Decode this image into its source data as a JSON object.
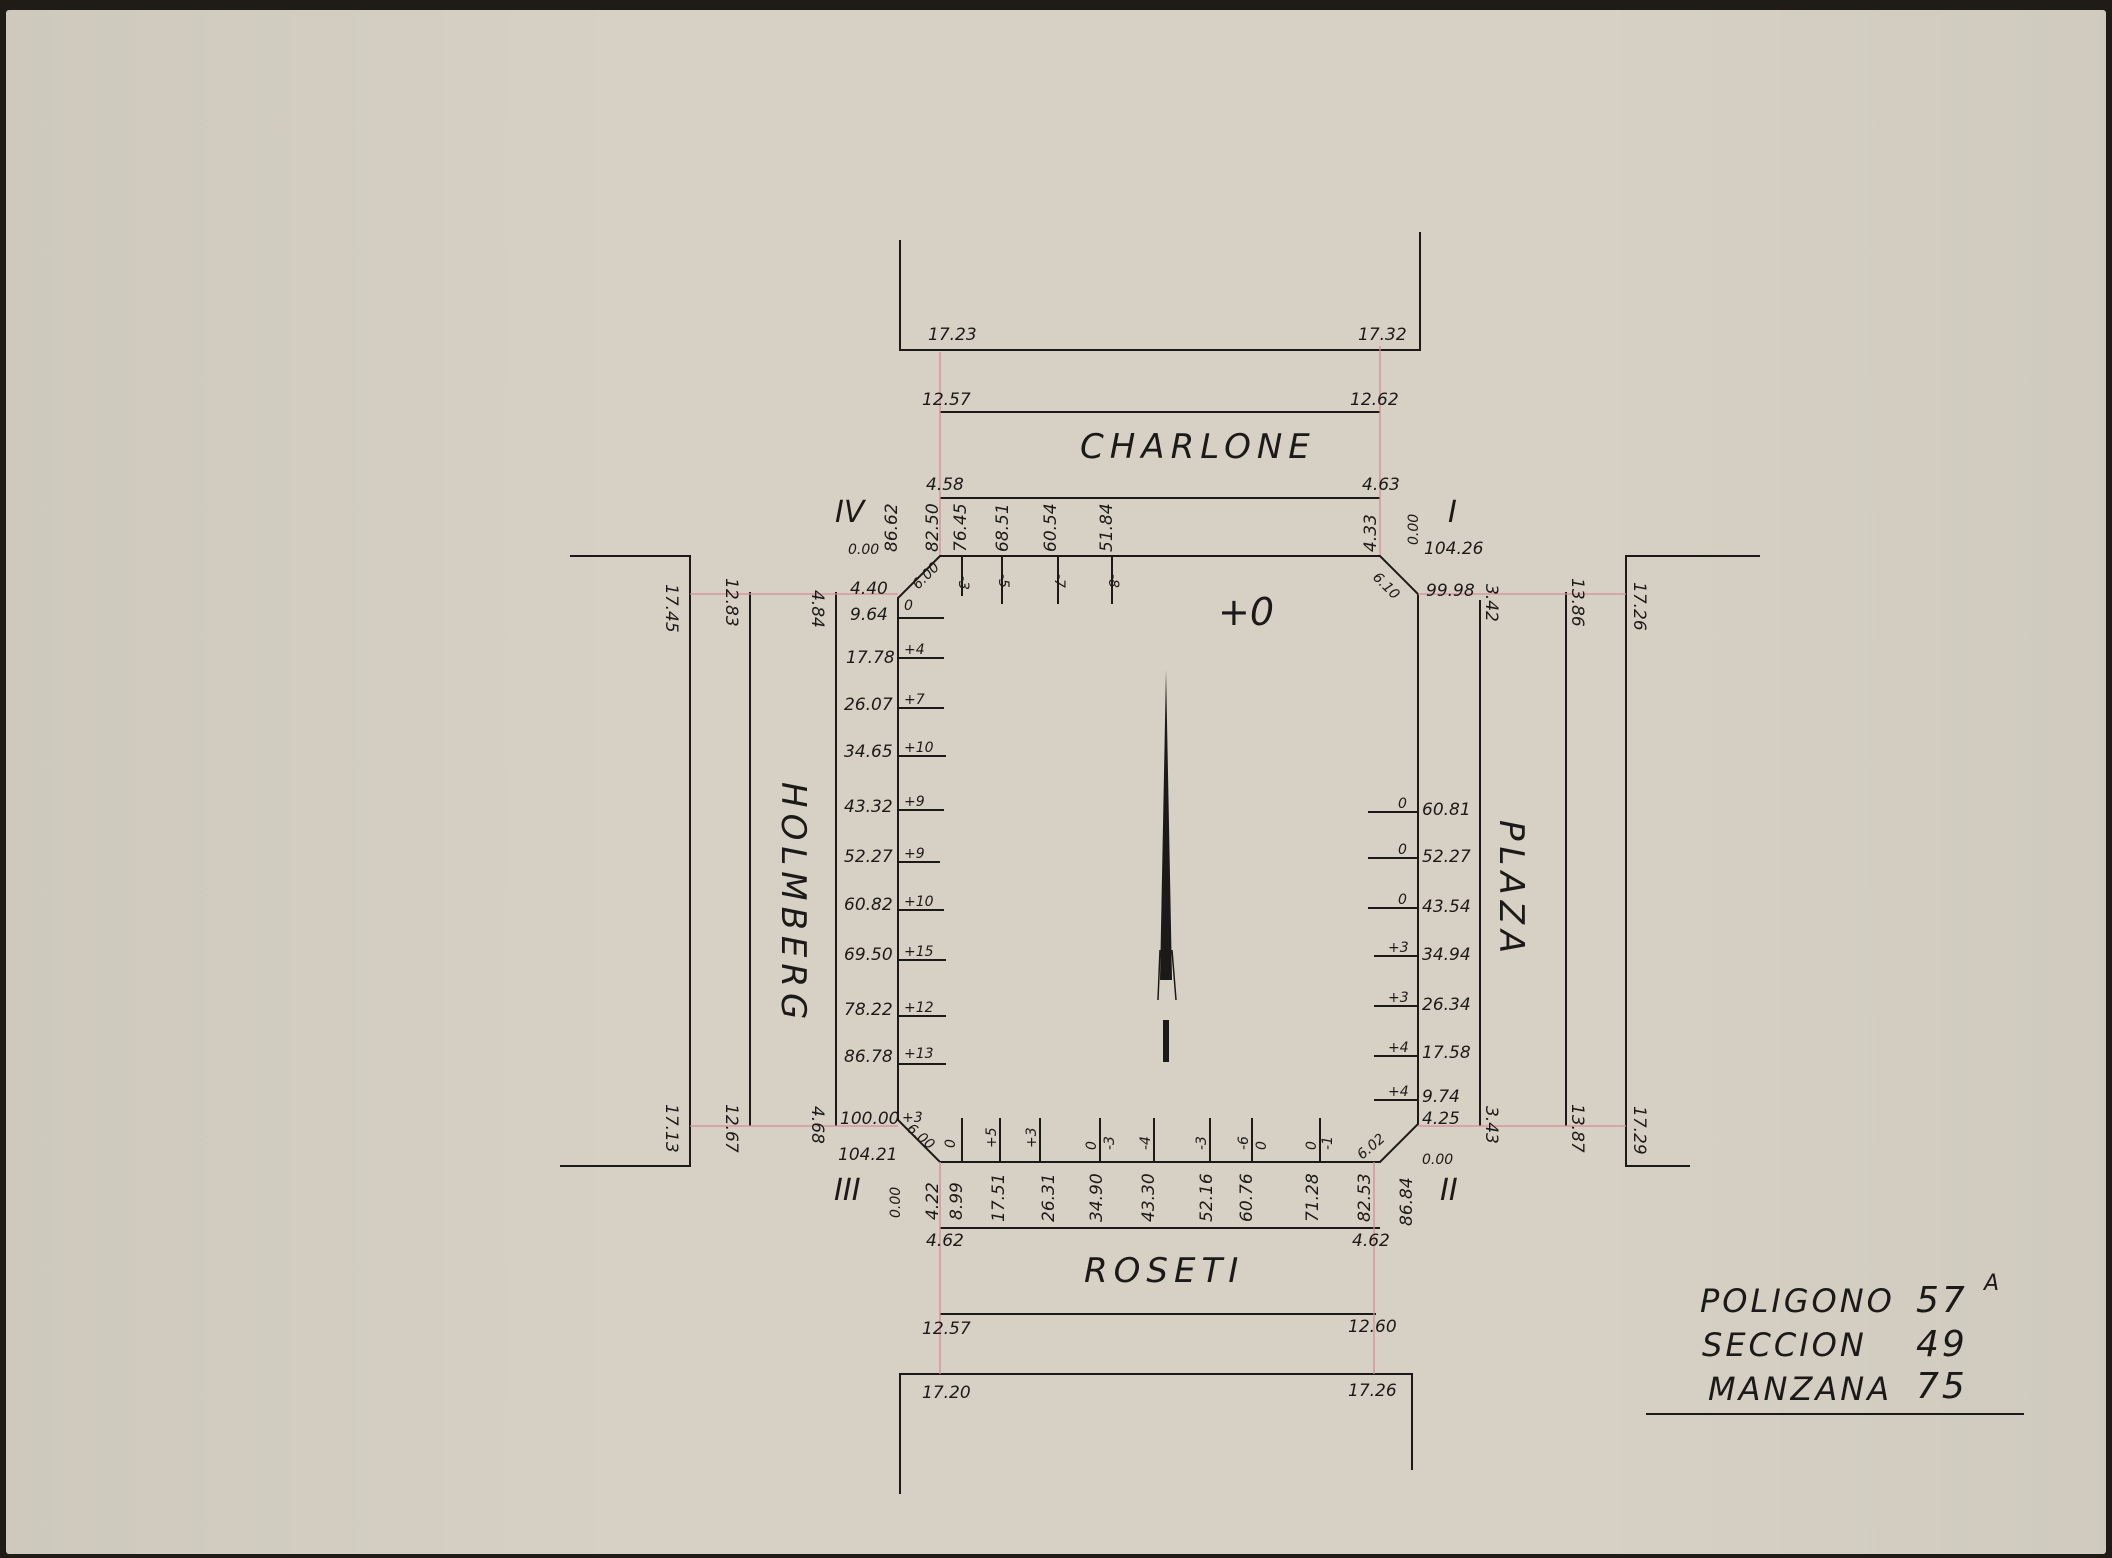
{
  "streets": {
    "north": "CHARLONE",
    "south": "ROSETI",
    "west": "HOLMBERG",
    "east": "PLAZA"
  },
  "corners": {
    "i": "I",
    "ii": "II",
    "iii": "III",
    "iv": "IV"
  },
  "center_level": "+0",
  "north": {
    "outer_left": "17.23",
    "outer_right": "17.32",
    "mid_left": "12.57",
    "mid_right": "12.62",
    "inner_left": "4.58",
    "inner_right": "4.63",
    "front": [
      "86.62",
      "82.50",
      "76.45",
      "68.51",
      "60.54",
      "51.84"
    ],
    "front_right": "4.33",
    "corner_zero_left": "0.00",
    "corner_zero_right": "0.00",
    "corner_total": "104.26",
    "levels": [
      "-3",
      "-5",
      "-7",
      "-8"
    ],
    "chamfer_left": "6.00",
    "chamfer_right": "6.10"
  },
  "west": {
    "outer_top": "17.45",
    "outer_bottom": "17.13",
    "mid_top": "12.83",
    "mid_bottom": "12.67",
    "inner_top": "4.84",
    "inner_bottom": "4.68",
    "distances": [
      "4.40",
      "9.64",
      "17.78",
      "26.07",
      "34.65",
      "43.32",
      "52.27",
      "60.82",
      "69.50",
      "78.22",
      "86.78",
      "100.00"
    ],
    "levels": [
      "0",
      "+4",
      "+7",
      "+10",
      "+9",
      "+9",
      "+10",
      "+15",
      "+12",
      "+13",
      "+3"
    ],
    "corner_total": "104.21"
  },
  "east": {
    "outer_top": "17.26",
    "outer_bottom": "17.29",
    "mid_top": "13.86",
    "mid_bottom": "13.87",
    "inner_top": "3.42",
    "inner_bottom": "3.43",
    "distances": [
      "99.98",
      "60.81",
      "52.27",
      "43.54",
      "34.94",
      "26.34",
      "17.58",
      "9.74",
      "4.25",
      "0.00"
    ],
    "levels": [
      "0",
      "0",
      "0",
      "+3",
      "+3",
      "+4",
      "+4"
    ]
  },
  "south": {
    "outer_left": "17.20",
    "outer_right": "17.26",
    "mid_left": "12.57",
    "mid_right": "12.60",
    "inner_left": "4.62",
    "inner_right": "4.62",
    "front": [
      "0.00",
      "4.22",
      "8.99",
      "17.51",
      "26.31",
      "34.90",
      "43.30",
      "52.16",
      "60.76",
      "71.28",
      "82.53",
      "86.84"
    ],
    "levels": [
      "0",
      "+5",
      "+3",
      "0",
      "-3",
      "-4",
      "-3",
      "-6",
      "0",
      "0",
      "-1"
    ],
    "chamfer_left": "6.00",
    "chamfer_right": "6.02"
  },
  "legend": {
    "poligono_label": "POLIGONO",
    "poligono_value": "57",
    "poligono_suffix": "A",
    "seccion_label": "SECCION",
    "seccion_value": "49",
    "manzana_label": "MANZANA",
    "manzana_value": "75"
  }
}
